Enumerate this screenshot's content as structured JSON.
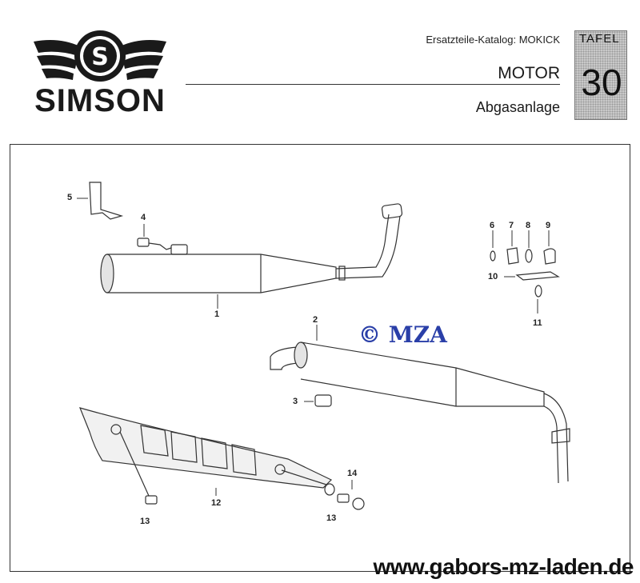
{
  "header": {
    "brand": "SIMSON",
    "catalog": "Ersatzteile-Katalog: MOKICK",
    "section": "MOTOR",
    "subsection": "Abgasanlage",
    "tafel_label": "TAFEL",
    "tafel_number": "30"
  },
  "parts": {
    "p1": "1",
    "p2": "2",
    "p3": "3",
    "p4": "4",
    "p5": "5",
    "p6": "6",
    "p7": "7",
    "p8": "8",
    "p9": "9",
    "p10": "10",
    "p11": "11",
    "p12": "12",
    "p13a": "13",
    "p13b": "13",
    "p14": "14"
  },
  "watermark": "© MZA",
  "footer": "www.gabors-mz-laden.de"
}
